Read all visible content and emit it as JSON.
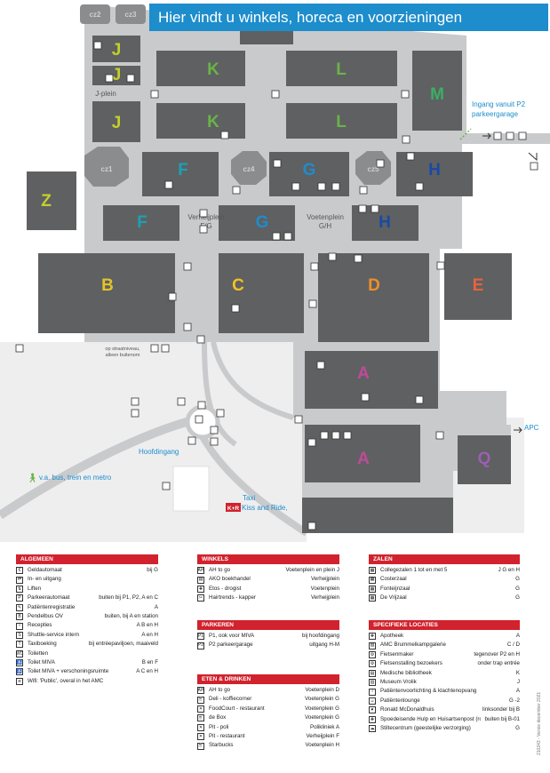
{
  "header": {
    "title": "Hier vindt u winkels, horeca en voorzieningen"
  },
  "colors": {
    "header_bg": "#1d8dcc",
    "legend_head": "#d1222d",
    "building": "#5f6062",
    "corridor": "#c9cacc"
  },
  "map": {
    "zones": [
      "J",
      "J",
      "J",
      "K",
      "K",
      "L",
      "L",
      "M",
      "Z",
      "F",
      "F",
      "G",
      "G",
      "H",
      "H",
      "B",
      "C",
      "D",
      "E",
      "A",
      "A",
      "Q"
    ],
    "towers": [
      "cz2",
      "cz3",
      "cz1",
      "cz4",
      "cz5"
    ],
    "areas": {
      "jplein": "J-plein",
      "verheij1": "Verheijplein",
      "verheij2": "F/G",
      "voeten1": "Voetenplein",
      "voeten2": "G/H",
      "straat1": "op straatniveau,",
      "straat2": "alleen buitenom"
    },
    "labels": {
      "entrance1": "Ingang vanuit P2",
      "entrance2": "parkeergarage",
      "apc": "APC",
      "hoofdingang": "Hoofdingang",
      "bus": "v.a. bus, trein en metro",
      "taxi": "Taxi",
      "kr": "K+R",
      "kiss": "Kiss and Ride,"
    }
  },
  "legend": {
    "algemeen": {
      "title": "ALGEMEEN",
      "rows": [
        {
          "icon": "€",
          "text": "Geldautomaat",
          "loc": "bij G"
        },
        {
          "icon": "⇄",
          "text": "In- en uitgang",
          "loc": ""
        },
        {
          "icon": "⇅",
          "text": "Liften",
          "loc": ""
        },
        {
          "icon": "P",
          "text": "Parkeerautomaat",
          "loc": "buiten bij P1, P2, A en C"
        },
        {
          "icon": "✎",
          "text": "Patiëntenregistratie",
          "loc": "A"
        },
        {
          "icon": "B",
          "text": "Pendelbus OV",
          "loc": "buiten, bij A en station"
        },
        {
          "icon": "i",
          "text": "Recepties",
          "loc": "A B en H"
        },
        {
          "icon": "S",
          "text": "Shuttle-service intern",
          "loc": "A en H"
        },
        {
          "icon": "T",
          "text": "Taxiboeking",
          "loc": "bij entréepaviljoen, maaiveld"
        },
        {
          "icon": "WC",
          "text": "Toiletten",
          "loc": ""
        },
        {
          "icon": "♿",
          "text": "Toilet MIVA",
          "loc": "B en F"
        },
        {
          "icon": "♿",
          "text": "Toilet MIVA + verschoningsruimte",
          "loc": "A C en H"
        },
        {
          "icon": "≋",
          "text": "Wifi: 'Public', overal in het AMC",
          "loc": ""
        }
      ]
    },
    "winkels": {
      "title": "WINKELS",
      "rows": [
        {
          "icon": "AH",
          "text": "AH to go",
          "loc": "Voetenplein en plein J"
        },
        {
          "icon": "▤",
          "text": "AKO boekhandel",
          "loc": "Verheijplein"
        },
        {
          "icon": "✚",
          "text": "Etos - drogist",
          "loc": "Voetenplein"
        },
        {
          "icon": "✂",
          "text": "Hairtrends - kapper",
          "loc": "Verheijplein"
        }
      ]
    },
    "parkeren": {
      "title": "PARKEREN",
      "rows": [
        {
          "icon": "P1",
          "text": "P1, ook voor MIVA",
          "loc": "bij hoofdingang"
        },
        {
          "icon": "P2",
          "text": "P2 parkeergarage",
          "loc": "uitgang H-M"
        }
      ]
    },
    "eten": {
      "title": "ETEN & DRINKEN",
      "rows": [
        {
          "icon": "AH",
          "text": "AH to go",
          "loc": "Voetenplein D"
        },
        {
          "icon": "☕",
          "text": "Deli - koffiecorner",
          "loc": "Voetenplein G"
        },
        {
          "icon": "✕",
          "text": "FoodCourt - restaurant",
          "loc": "Voetenplein G"
        },
        {
          "icon": "☕",
          "text": "de Box",
          "loc": "Voetenplein G"
        },
        {
          "icon": "✕",
          "text": "Pit - poli",
          "loc": "Polikliniek A"
        },
        {
          "icon": "✕",
          "text": "Pit - restaurant",
          "loc": "Verheijplein F"
        },
        {
          "icon": "☕",
          "text": "Starbucks",
          "loc": "Voetenplein H"
        }
      ]
    },
    "zalen": {
      "title": "ZALEN",
      "rows": [
        {
          "icon": "▦",
          "text": "Collegezalen 1 tot en met 5",
          "loc": "J G en H"
        },
        {
          "icon": "▦",
          "text": "Costerzaal",
          "loc": "G"
        },
        {
          "icon": "▦",
          "text": "Fonteijnzaal",
          "loc": "G"
        },
        {
          "icon": "▦",
          "text": "De Vrijzaal",
          "loc": "G"
        }
      ]
    },
    "specifiek": {
      "title": "SPECIFIEKE LOCATIES",
      "rows": [
        {
          "icon": "✚",
          "text": "Apotheek",
          "loc": "A"
        },
        {
          "icon": "▨",
          "text": "AMC Brummelkampgalerie",
          "loc": "C / D"
        },
        {
          "icon": "⚙",
          "text": "Fietsenmaker",
          "loc": "tegenover P2 en H"
        },
        {
          "icon": "⚙",
          "text": "Fietsenstalling bezoekers",
          "loc": "onder trap entrée"
        },
        {
          "icon": "▤",
          "text": "Medische bibliotheek",
          "loc": "K"
        },
        {
          "icon": "▥",
          "text": "Museum Vrolik",
          "loc": "J"
        },
        {
          "icon": "i",
          "text": "Patiëntenvoorlichting & klachtenopvang",
          "loc": "A"
        },
        {
          "icon": "☺",
          "text": "Patiëntenlounge",
          "loc": "G -2"
        },
        {
          "icon": "♥",
          "text": "Ronald McDonaldhuis",
          "loc": "linksonder bij B"
        },
        {
          "icon": "✚",
          "text": "Spoedeisende Hulp en Huisartsenpost (rode poort)",
          "loc": "buiten bij B-01"
        },
        {
          "icon": "☁",
          "text": "Stiltecentrum (geestelijke verzorging)",
          "loc": "G"
        }
      ]
    }
  },
  "footer": {
    "version": "210243 - Versie december 2021"
  }
}
